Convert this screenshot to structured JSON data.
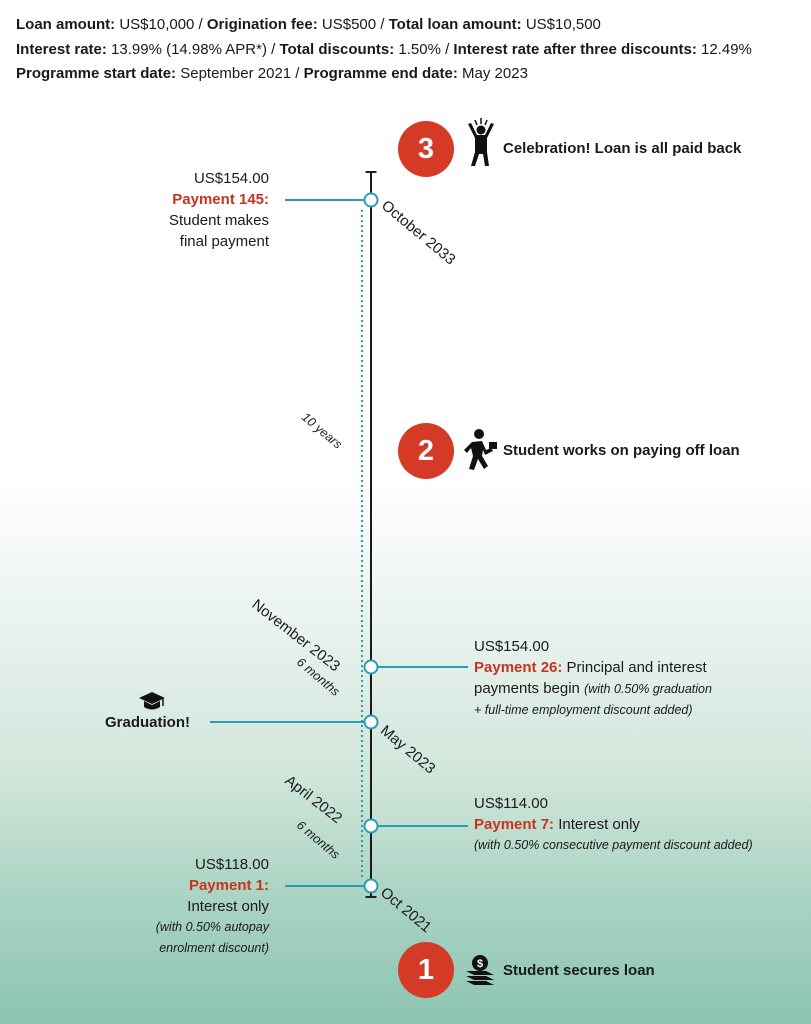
{
  "summary": {
    "loan_amount_label": "Loan amount:",
    "loan_amount_value": " US$10,000 / ",
    "origination_fee_label": "Origination fee:",
    "origination_fee_value": " US$500 / ",
    "total_loan_label": "Total loan amount:",
    "total_loan_value": " US$10,500",
    "interest_rate_label": "Interest rate:",
    "interest_rate_value": " 13.99% (14.98% APR*) / ",
    "total_discounts_label": "Total discounts:",
    "total_discounts_value": " 1.50% / ",
    "rate_after_label": "Interest rate after three discounts:",
    "rate_after_value": " 12.49%",
    "start_label": "Programme start date:",
    "start_value": " September 2021 / ",
    "end_label": "Programme end date:",
    "end_value": " May 2023"
  },
  "stages": [
    {
      "number": "1",
      "label": "Student secures loan",
      "icon": "money-stack-icon"
    },
    {
      "number": "2",
      "label": "Student works on paying off loan",
      "icon": "worker-icon"
    },
    {
      "number": "3",
      "label": "Celebration! Loan is all paid back",
      "icon": "celebration-icon"
    }
  ],
  "dates": {
    "oct2033": "October 2033",
    "nov2023": "November 2023",
    "may2023": "May 2023",
    "apr2022": "April 2022",
    "oct2021": "Oct 2021"
  },
  "periods": {
    "ten_years": "10 years",
    "six_months_a": "6 months",
    "six_months_b": "6 months"
  },
  "payments": {
    "p145": {
      "amount": "US$154.00",
      "label": "Payment 145:",
      "line1": "Student makes",
      "line2": "final payment"
    },
    "p26": {
      "amount": "US$154.00",
      "label": "Payment 26:",
      "text": " Principal and interest",
      "line2": "payments begin ",
      "note1": "(with 0.50% graduation",
      "note2": "+ full-time employment discount added)"
    },
    "p7": {
      "amount": "US$114.00",
      "label": "Payment 7:",
      "text": " Interest only",
      "note": "(with 0.50% consecutive payment discount added)"
    },
    "p1": {
      "amount": "US$118.00",
      "label": "Payment 1:",
      "line1": "Interest only",
      "note1": "(with 0.50% autopay",
      "note2": "enrolment discount)"
    }
  },
  "graduation": {
    "label": "Graduation!",
    "icon": "graduation-cap-icon"
  },
  "colors": {
    "accent_red": "#d43a26",
    "line_blue": "#2a9cb8",
    "payment_red": "#c6341f"
  }
}
